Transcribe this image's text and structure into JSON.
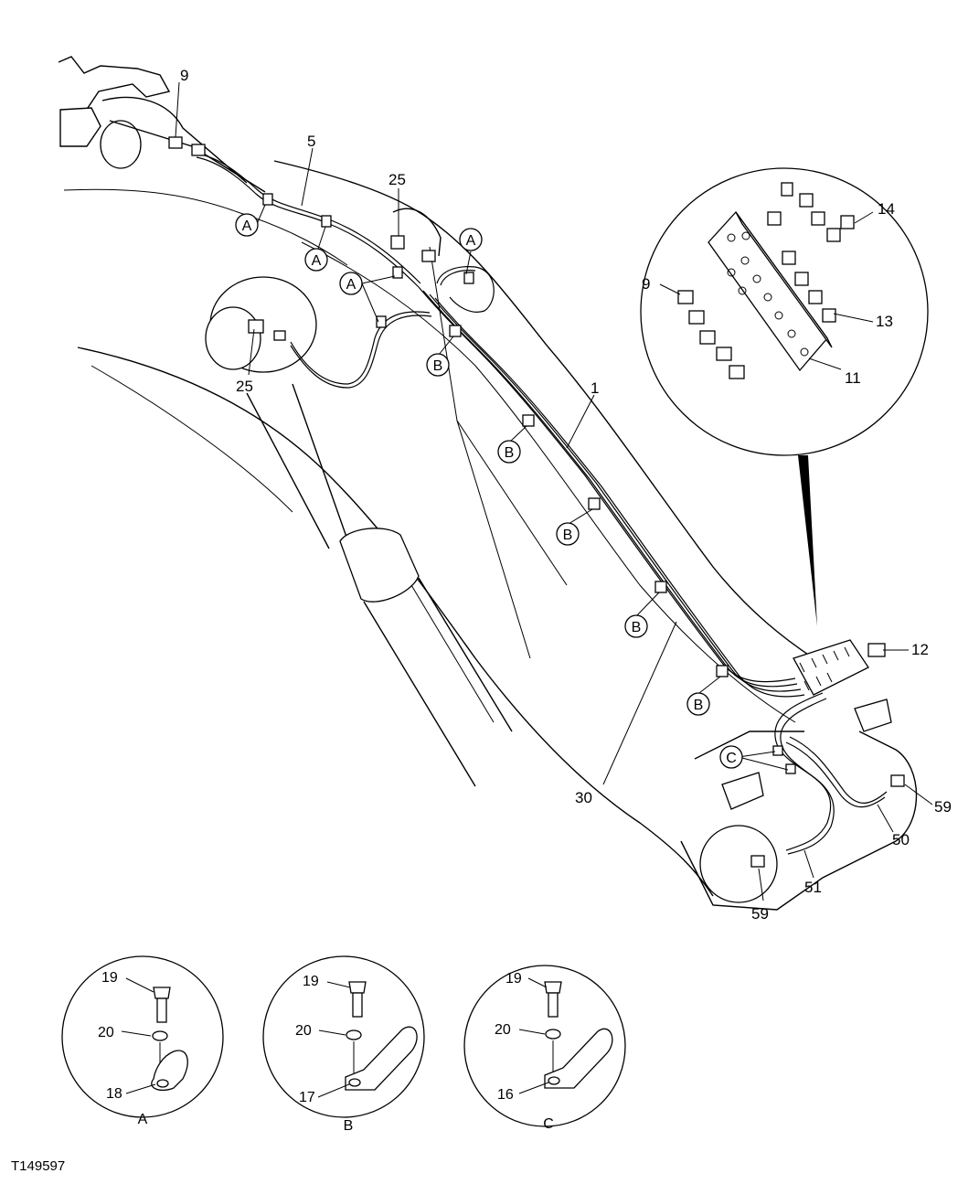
{
  "figure_id": "T149597",
  "callouts": {
    "c9_top": "9",
    "c5": "5",
    "c25_top": "25",
    "c25_left": "25",
    "c1": "1",
    "c30": "30",
    "c12": "12",
    "c50": "50",
    "c51": "51",
    "c59_right": "59",
    "c59_bottom": "59",
    "c14": "14",
    "c9_detail": "9",
    "c13": "13",
    "c11": "11"
  },
  "clamp_refs": {
    "a1": "A",
    "a2": "A",
    "a3": "A",
    "a4": "A",
    "b1": "B",
    "b2": "B",
    "b3": "B",
    "b4": "B",
    "b5": "B",
    "c1": "C"
  },
  "clamp_details": [
    {
      "bolt": "19",
      "washer": "20",
      "clamp": "18",
      "view": "A"
    },
    {
      "bolt": "19",
      "washer": "20",
      "clamp": "17",
      "view": "B"
    },
    {
      "bolt": "19",
      "washer": "20",
      "clamp": "16",
      "view": "C"
    }
  ]
}
